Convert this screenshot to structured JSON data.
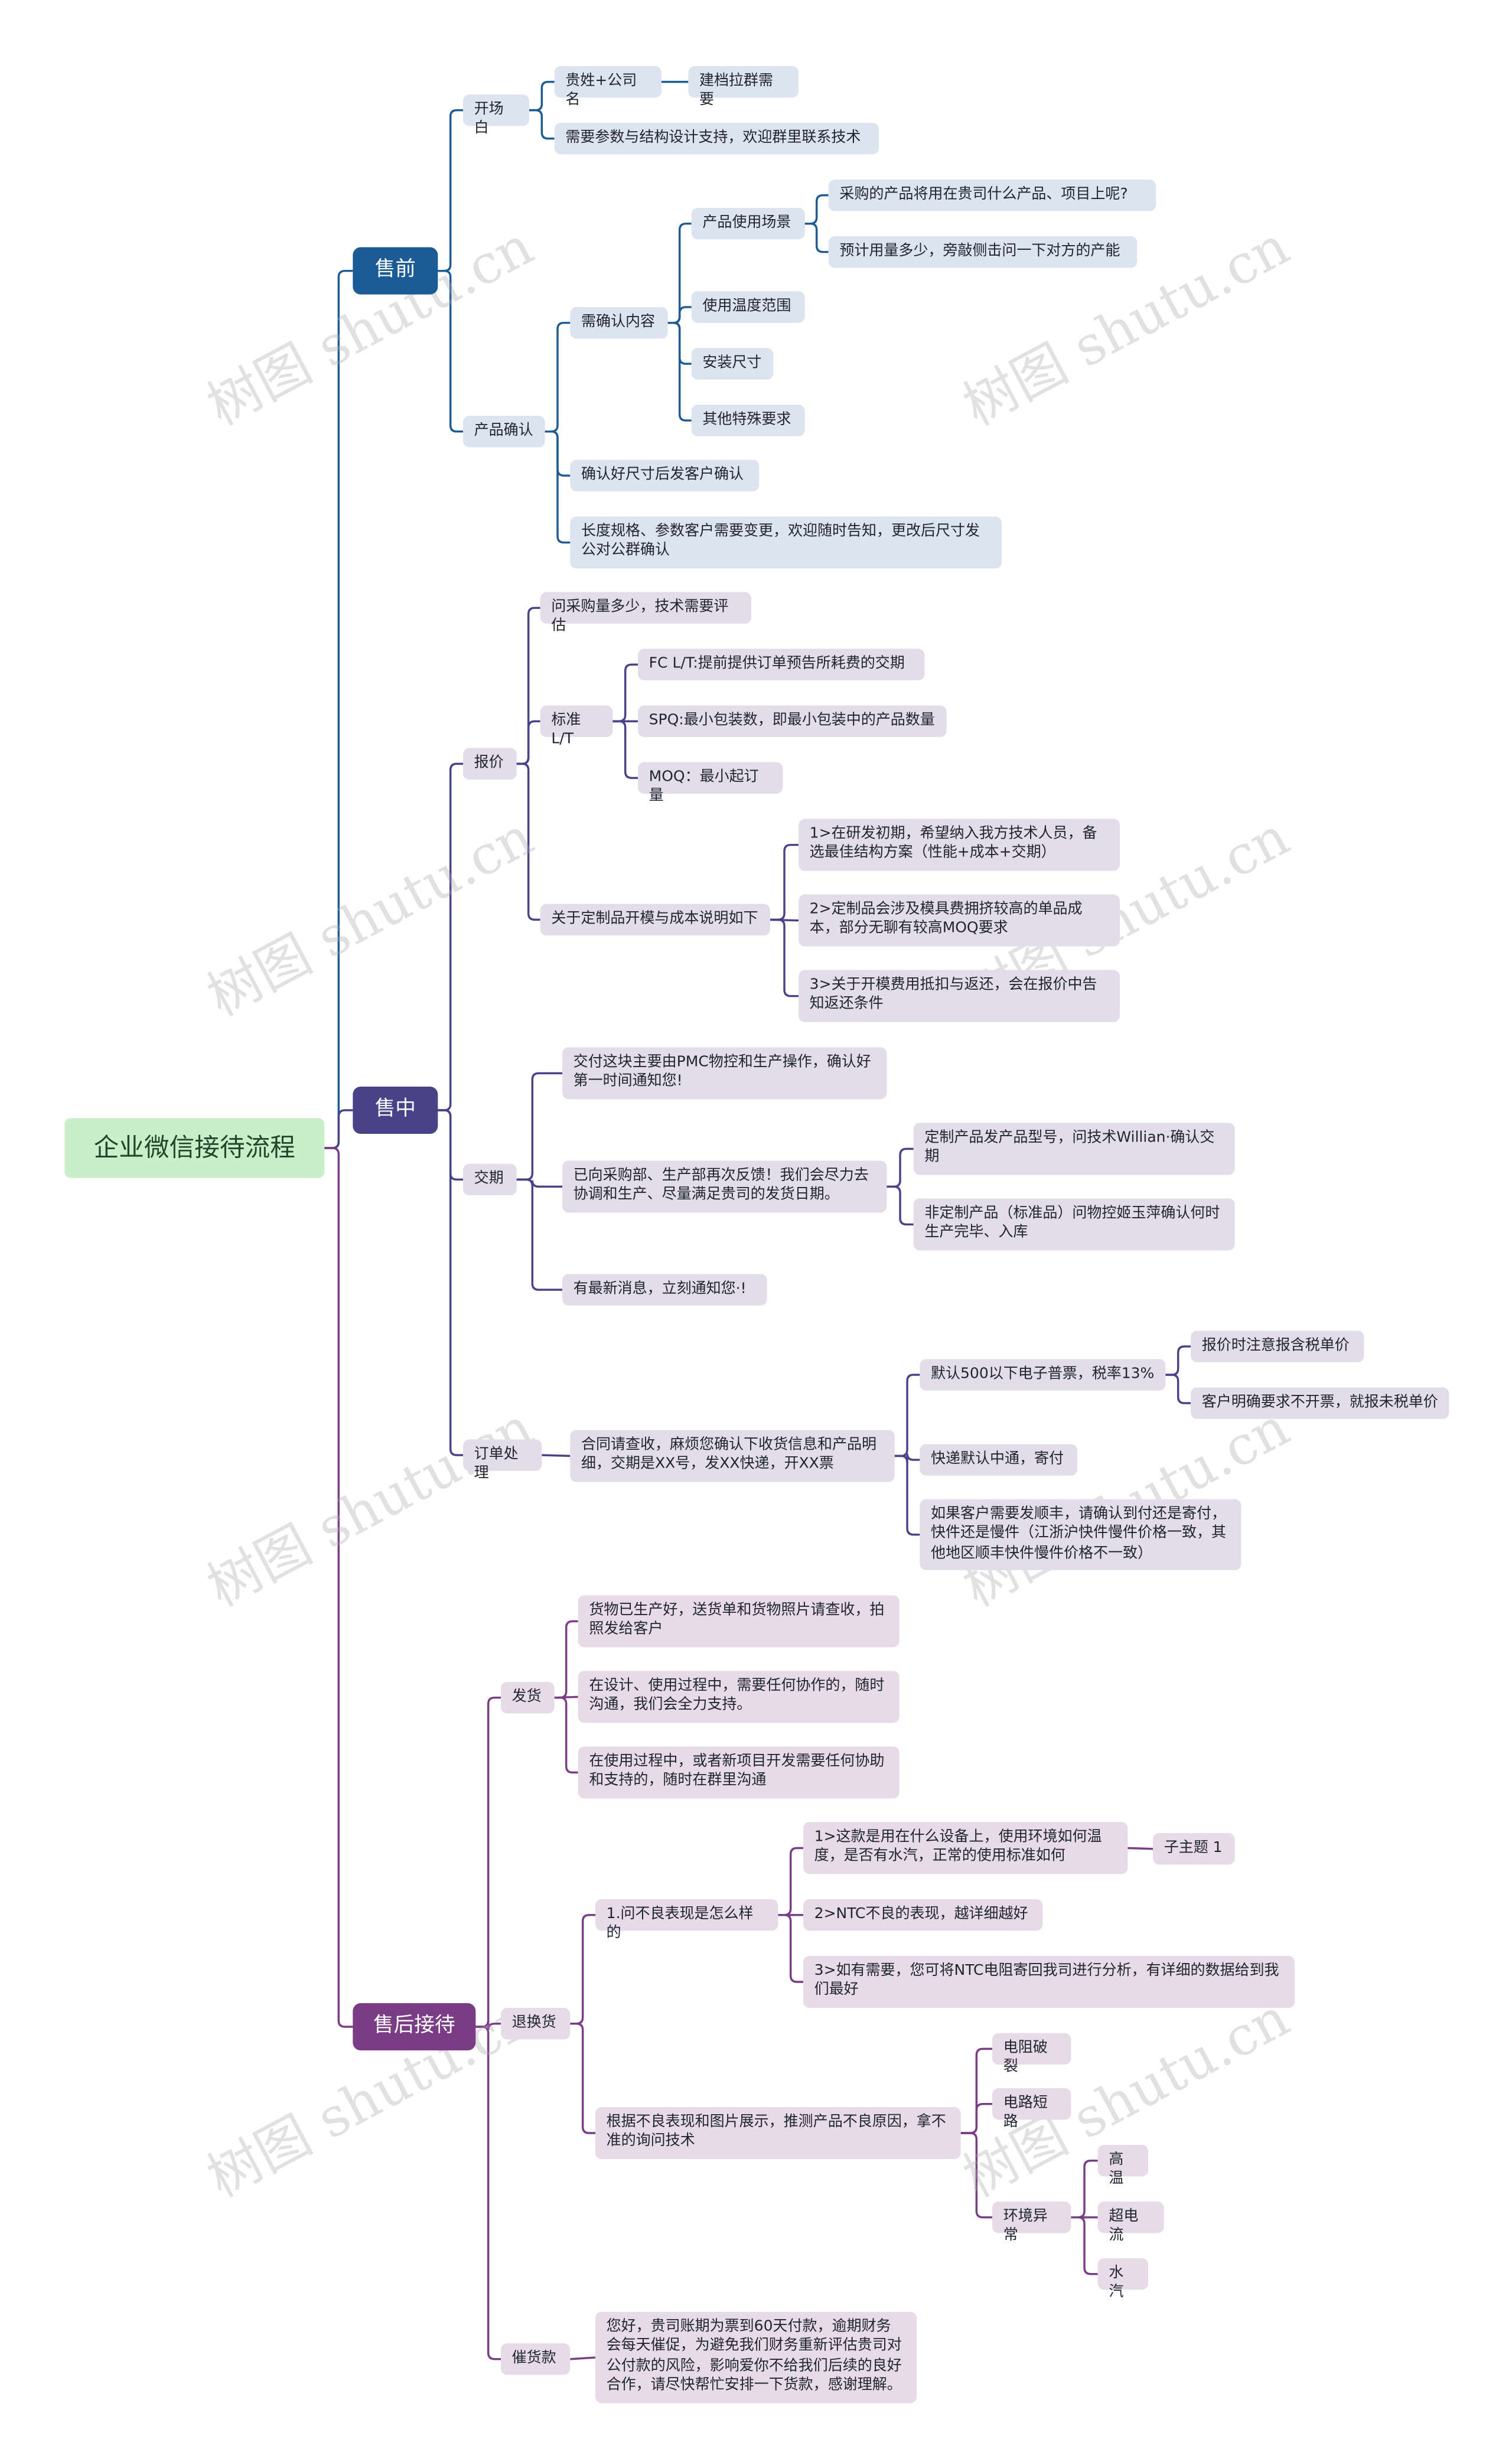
{
  "colors": {
    "presale": "#1d5b96",
    "insale": "#4a4289",
    "aftersale": "#7b3c86",
    "root_bg": "#c9efc9"
  },
  "watermark": "树图 shutu.cn",
  "root": "企业微信接待流程",
  "presale": {
    "label": "售前",
    "opening": {
      "label": "开场白",
      "greeting": "贵姓+公司名",
      "greeting_child": "建档拉群需要",
      "support": "需要参数与结构设计支持，欢迎群里联系技术"
    },
    "confirm": {
      "label": "产品确认",
      "need": {
        "label": "需确认内容",
        "usage": {
          "label": "产品使用场景",
          "q1": "采购的产品将用在贵司什么产品、项目上呢?",
          "q2": "预计用量多少，旁敲侧击问一下对方的产能"
        },
        "temp": "使用温度范围",
        "size": "安装尺寸",
        "other": "其他特殊要求"
      },
      "send": "确认好尺寸后发客户确认",
      "change": "长度规格、参数客户需要变更，欢迎随时告知，更改后尺寸发公对公群确认"
    }
  },
  "insale": {
    "label": "售中",
    "quote": {
      "label": "报价",
      "ask": "问采购量多少，技术需要评估",
      "lt": {
        "label": "标准L/T",
        "fc": "FC  L/T:提前提供订单预告所耗费的交期",
        "spq": "SPQ:最小包装数，即最小包装中的产品数量",
        "moq": "MOQ：最小起订量"
      },
      "custom": {
        "label": "关于定制品开模与成本说明如下",
        "c1": "1>在研发初期，希望纳入我方技术人员，备选最佳结构方案（性能+成本+交期）",
        "c2": "2>定制品会涉及模具费拥挤较高的单品成本，部分无聊有较高MOQ要求",
        "c3": "3>关于开模费用抵扣与返还，会在报价中告知返还条件"
      }
    },
    "delivery": {
      "label": "交期",
      "d1": "交付这块主要由PMC物控和生产操作，确认好第一时间通知您!",
      "d2": {
        "label": "已向采购部、生产部再次反馈！我们会尽力去协调和生产、尽量满足贵司的发货日期。",
        "custom": "定制产品发产品型号，问技术Willian·确认交期",
        "standard": "非定制产品（标准品）问物控姬玉萍确认何时生产完毕、入库"
      },
      "d3": "有最新消息，立刻通知您·!"
    },
    "order": {
      "label": "订单处理",
      "check": {
        "label": "合同请查收，麻烦您确认下收货信息和产品明细，交期是XX号，发XX快递，开XX票",
        "tax": {
          "label": "默认500以下电子普票，税率13%",
          "t1": "报价时注意报含税单价",
          "t2": "客户明确要求不开票，就报未税单价"
        },
        "express": "快递默认中通，寄付",
        "sf": "如果客户需要发顺丰，请确认到付还是寄付，快件还是慢件（江浙沪快件慢件价格一致，其他地区顺丰快件慢件价格不一致）"
      }
    }
  },
  "aftersale": {
    "label": "售后接待",
    "ship": {
      "label": "发货",
      "s1": "货物已生产好，送货单和货物照片请查收，拍照发给客户",
      "s2": "在设计、使用过程中，需要任何协作的，随时沟通，我们会全力支持。",
      "s3": "在使用过程中，或者新项目开发需要任何协助和支持的，随时在群里沟通"
    },
    "returns": {
      "label": "退换货",
      "q1": {
        "label": "1.问不良表现是怎么样的",
        "a1": "1>这款是用在什么设备上，使用环境如何温度，是否有水汽，正常的使用标准如何",
        "a1_child": "子主题 1",
        "a2": "2>NTC不良的表现，越详细越好",
        "a3": "3>如有需要，您可将NTC电阻寄回我司进行分析，有详细的数据给到我们最好"
      },
      "q2": {
        "label": "根据不良表现和图片展示，推测产品不良原因，拿不准的询问技术",
        "r1": "电阻破裂",
        "r2": "电路短路",
        "env": {
          "label": "环境异常",
          "e1": "高温",
          "e2": "超电流",
          "e3": "水汽"
        }
      }
    },
    "collect": {
      "label": "催货款",
      "text": "您好，贵司账期为票到60天付款，逾期财务会每天催促，为避免我们财务重新评估贵司对公付款的风险，影响爱你不给我们后续的良好合作，请尽快帮忙安排一下货款，感谢理解。"
    }
  }
}
